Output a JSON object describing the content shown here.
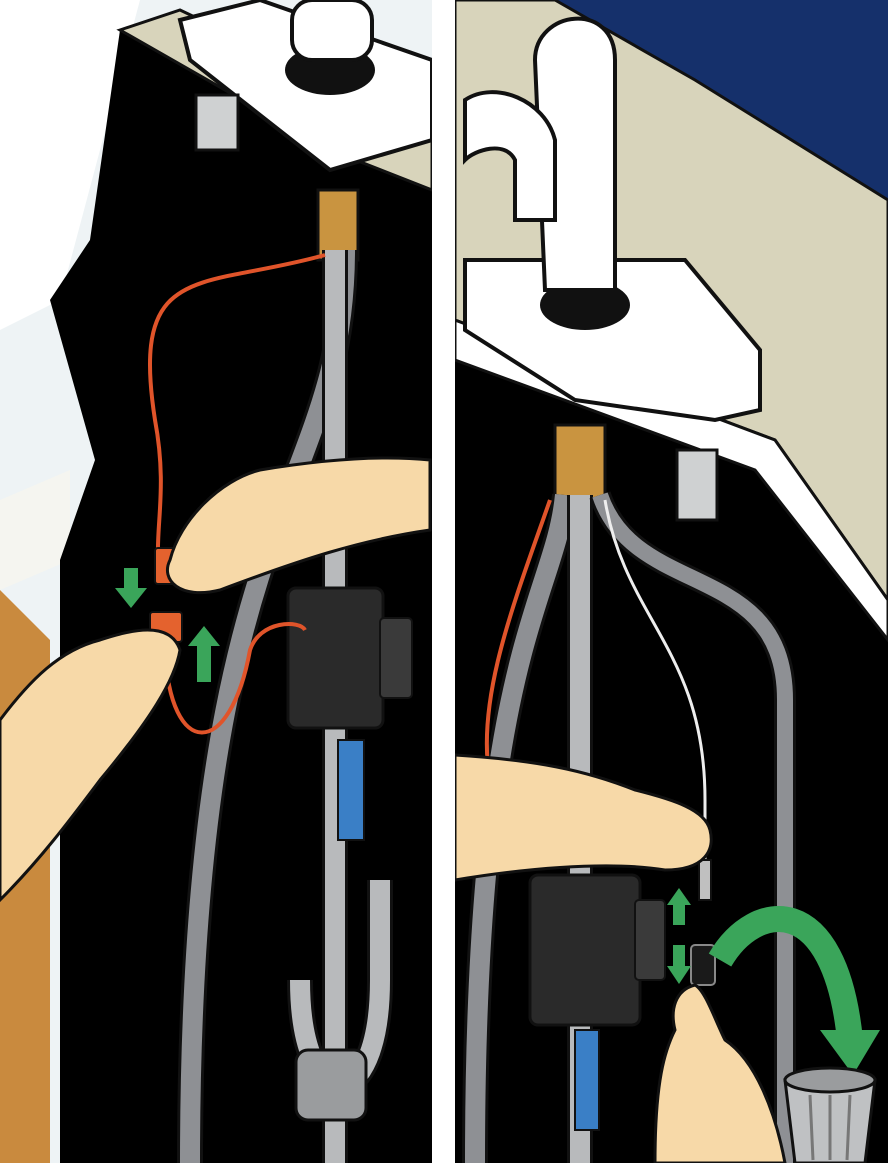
{
  "figure": {
    "background_color": "#ffffff",
    "panels": [
      {
        "id": "left",
        "step": "connect-quick-connect-terminals",
        "colors": {
          "wall": "#000000",
          "hose": "#8e9094",
          "supply_line": "#b8babc",
          "wire": "#e0542a",
          "connector": "#e4622e",
          "arrow": "#3aa55a",
          "skin": "#f7d9a8",
          "shank": "#c99440",
          "control_box": "#2a2a2a",
          "sink": "#ffffff",
          "counter": "#d8d4bb"
        },
        "icons": [
          "down-arrow-icon",
          "up-arrow-icon"
        ]
      },
      {
        "id": "right",
        "step": "plug-sensor-cable-and-discard-cap",
        "colors": {
          "wall": "#000000",
          "sky": "#15306b",
          "hose": "#8e9094",
          "wire": "#e0542a",
          "arrow": "#3aa55a",
          "skin": "#f7d9a8",
          "shank": "#c99440",
          "control_box": "#2a2a2a",
          "trash_can": "#bfc1c3",
          "counter": "#d8d4bb"
        },
        "icons": [
          "up-arrow-icon",
          "down-arrow-icon",
          "curved-arrow-icon",
          "trash-can-icon"
        ]
      }
    ]
  }
}
